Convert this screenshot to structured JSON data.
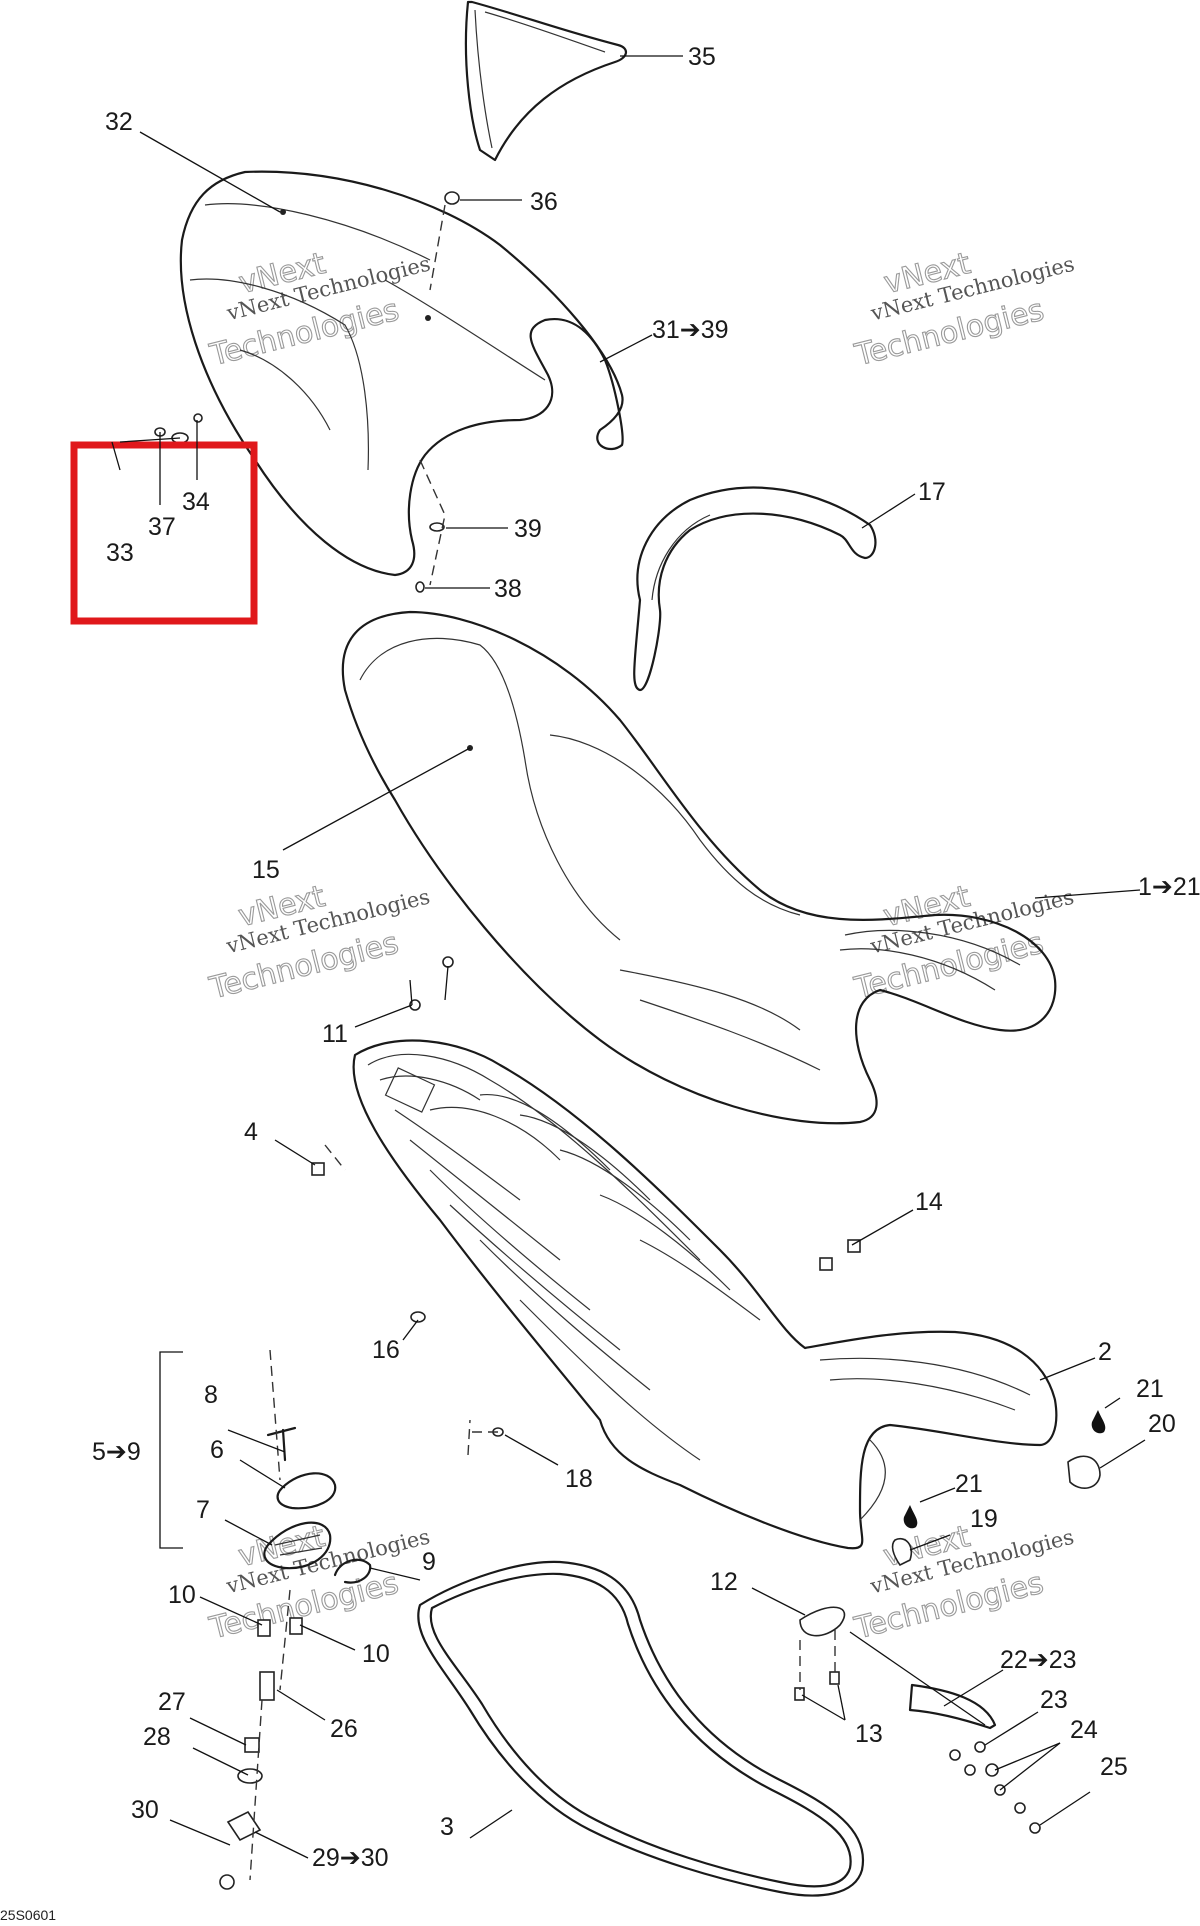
{
  "figure_code": "25S0601",
  "watermark": {
    "line1": "vNext Technologies",
    "line2a": "vNext",
    "line2b": "Technologies"
  },
  "callouts": {
    "c1_21": "1➔21",
    "c2": "2",
    "c3": "3",
    "c4": "4",
    "c5_9": "5➔9",
    "c6": "6",
    "c7": "7",
    "c8": "8",
    "c9": "9",
    "c10a": "10",
    "c10b": "10",
    "c11": "11",
    "c12": "12",
    "c13": "13",
    "c14": "14",
    "c15": "15",
    "c16": "16",
    "c17": "17",
    "c18": "18",
    "c19": "19",
    "c20": "20",
    "c21a": "21",
    "c21b": "21",
    "c22_23": "22➔23",
    "c23": "23",
    "c24": "24",
    "c25": "25",
    "c26": "26",
    "c27": "27",
    "c28": "28",
    "c29_30": "29➔30",
    "c30": "30",
    "c31_39": "31➔39",
    "c32": "32",
    "c33": "33",
    "c34": "34",
    "c35": "35",
    "c36": "36",
    "c37": "37",
    "c38": "38",
    "c39": "39"
  },
  "highlight": {
    "color": "#e0181b",
    "note": ""
  },
  "colors": {
    "line": "#1a1a1a",
    "watermark": "#9a9a9a"
  }
}
